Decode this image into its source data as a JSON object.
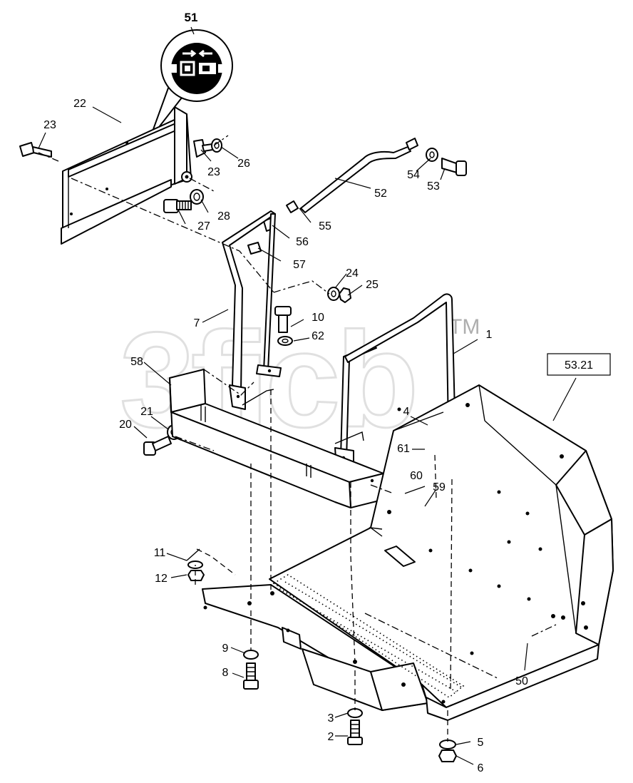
{
  "watermark": {
    "text": "3ficb",
    "trademark": "TM"
  },
  "reference_box": {
    "text": "53.21"
  },
  "callouts": {
    "c1": "1",
    "c2": "2",
    "c3": "3",
    "c4": "4",
    "c5": "5",
    "c6": "6",
    "c7": "7",
    "c8": "8",
    "c9": "9",
    "c10": "10",
    "c11": "11",
    "c12": "12",
    "c20": "20",
    "c21": "21",
    "c22": "22",
    "c23a": "23",
    "c23b": "23",
    "c24": "24",
    "c25": "25",
    "c26": "26",
    "c27": "27",
    "c28": "28",
    "c50": "50",
    "c51": "51",
    "c52": "52",
    "c53": "53",
    "c54": "54",
    "c55": "55",
    "c56": "56",
    "c57": "57",
    "c58": "58",
    "c59": "59",
    "c60": "60",
    "c61": "61",
    "c62": "62"
  },
  "icons": {
    "seatbelt_decal": "seatbelt-decal-icon",
    "fasteners": "bolt-icon"
  }
}
